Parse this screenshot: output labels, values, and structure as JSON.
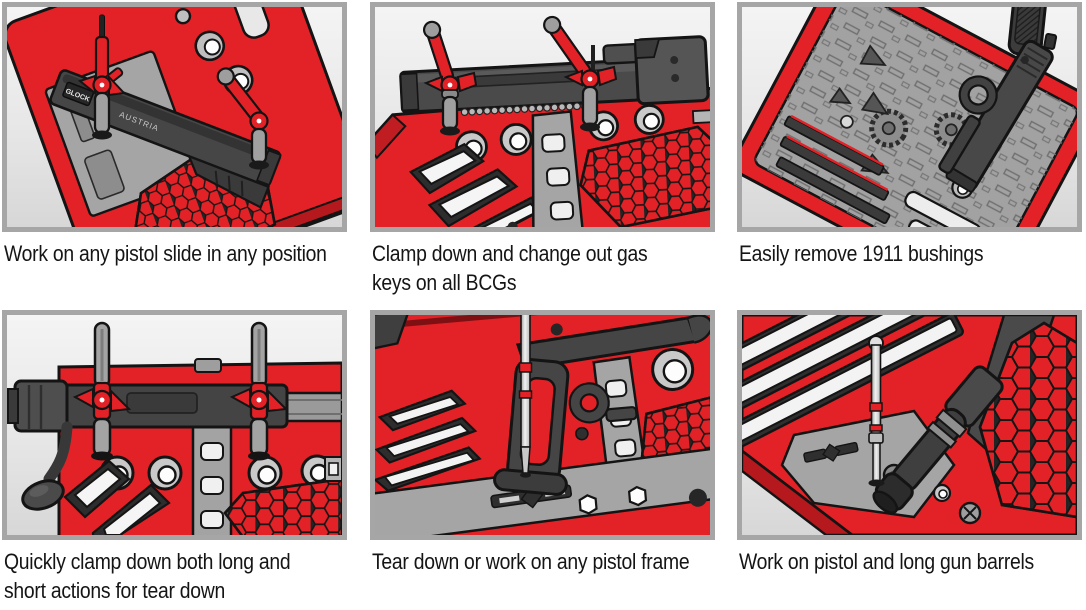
{
  "page": {
    "title": "Gun work mat feature illustrations",
    "background": "#ffffff",
    "grid": {
      "columns": 3,
      "rows": 2
    }
  },
  "palette": {
    "mat_red": "#e32227",
    "mat_red_dark": "#b5181d",
    "outline": "#141414",
    "part_gray": "#a5a5a5",
    "part_gray_light": "#c9c9c9",
    "part_dark": "#424242",
    "honeycomb_bg": "#242424",
    "slot_white": "#f3f3f3",
    "punch_silver": "#d9d9d9",
    "panel_border": "#a6a6a6",
    "panel_bg_top": "#f4f4f4",
    "panel_bg_bottom": "#d7d7d7",
    "caption_color": "#151515"
  },
  "panels": [
    {
      "id": 1,
      "illustration": "pistol-slide-clamped-on-tilted-bench-block",
      "caption_lines": [
        "Work on any pistol slide in any position"
      ],
      "slide_markings": [
        "GLOCK",
        "AUSTRIA"
      ]
    },
    {
      "id": 2,
      "illustration": "bolt-carrier-group-clamped-on-bench-block-edge",
      "caption_lines": [
        "Clamp down and change out gas",
        "keys on all BCGs"
      ]
    },
    {
      "id": 3,
      "illustration": "1911-pistol-on-bench-block-underside-tray",
      "caption_lines": [
        "Easily remove 1911 bushings"
      ]
    },
    {
      "id": 4,
      "illustration": "bolt-action-receiver-clamped-close-up",
      "caption_lines": [
        "Quickly clamp down both long and",
        "short actions for tear down"
      ]
    },
    {
      "id": 5,
      "illustration": "pistol-frame-with-punch-on-bench-block",
      "caption_lines": [
        "Tear down or work on any pistol frame"
      ]
    },
    {
      "id": 6,
      "illustration": "pistol-barrel-and-punch-close-up",
      "caption_lines": [
        "Work on pistol and long gun barrels"
      ]
    }
  ]
}
